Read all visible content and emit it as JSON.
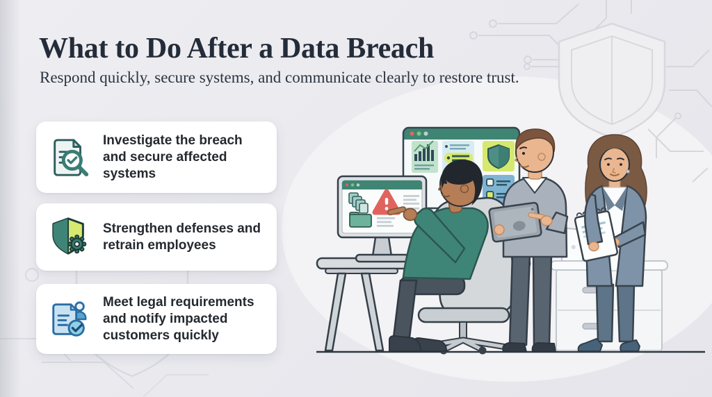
{
  "header": {
    "title": "What to Do After a Data Breach",
    "subtitle": "Respond quickly, secure systems, and communicate clearly to restore trust."
  },
  "steps": [
    {
      "icon": "document-magnifier-check-icon",
      "label": "Investigate the breach and secure affected systems"
    },
    {
      "icon": "shield-gear-icon",
      "label": "Strengthen defenses and retrain employees"
    },
    {
      "icon": "document-person-check-icon",
      "label": "Meet legal requirements and notify impacted customers quickly"
    }
  ],
  "illustration": {
    "scene": "incident-response-team",
    "elements": [
      "security-dashboard-screen",
      "alert-monitor",
      "warning-triangle-icon",
      "seated-analyst",
      "standing-man-with-tablet",
      "standing-woman-with-notepad",
      "desk",
      "office-chair",
      "filing-cabinet"
    ],
    "watermarks": [
      "shield-watermark",
      "circuit-traces"
    ]
  },
  "colors": {
    "background": "#e9e9ee",
    "card_background": "#ffffff",
    "title_text": "#242c39",
    "body_text": "#24292f",
    "accent_teal": "#3e8577",
    "accent_lime": "#d6e96f",
    "alert_red": "#e0635e",
    "accent_blue": "#7fb4d3"
  }
}
